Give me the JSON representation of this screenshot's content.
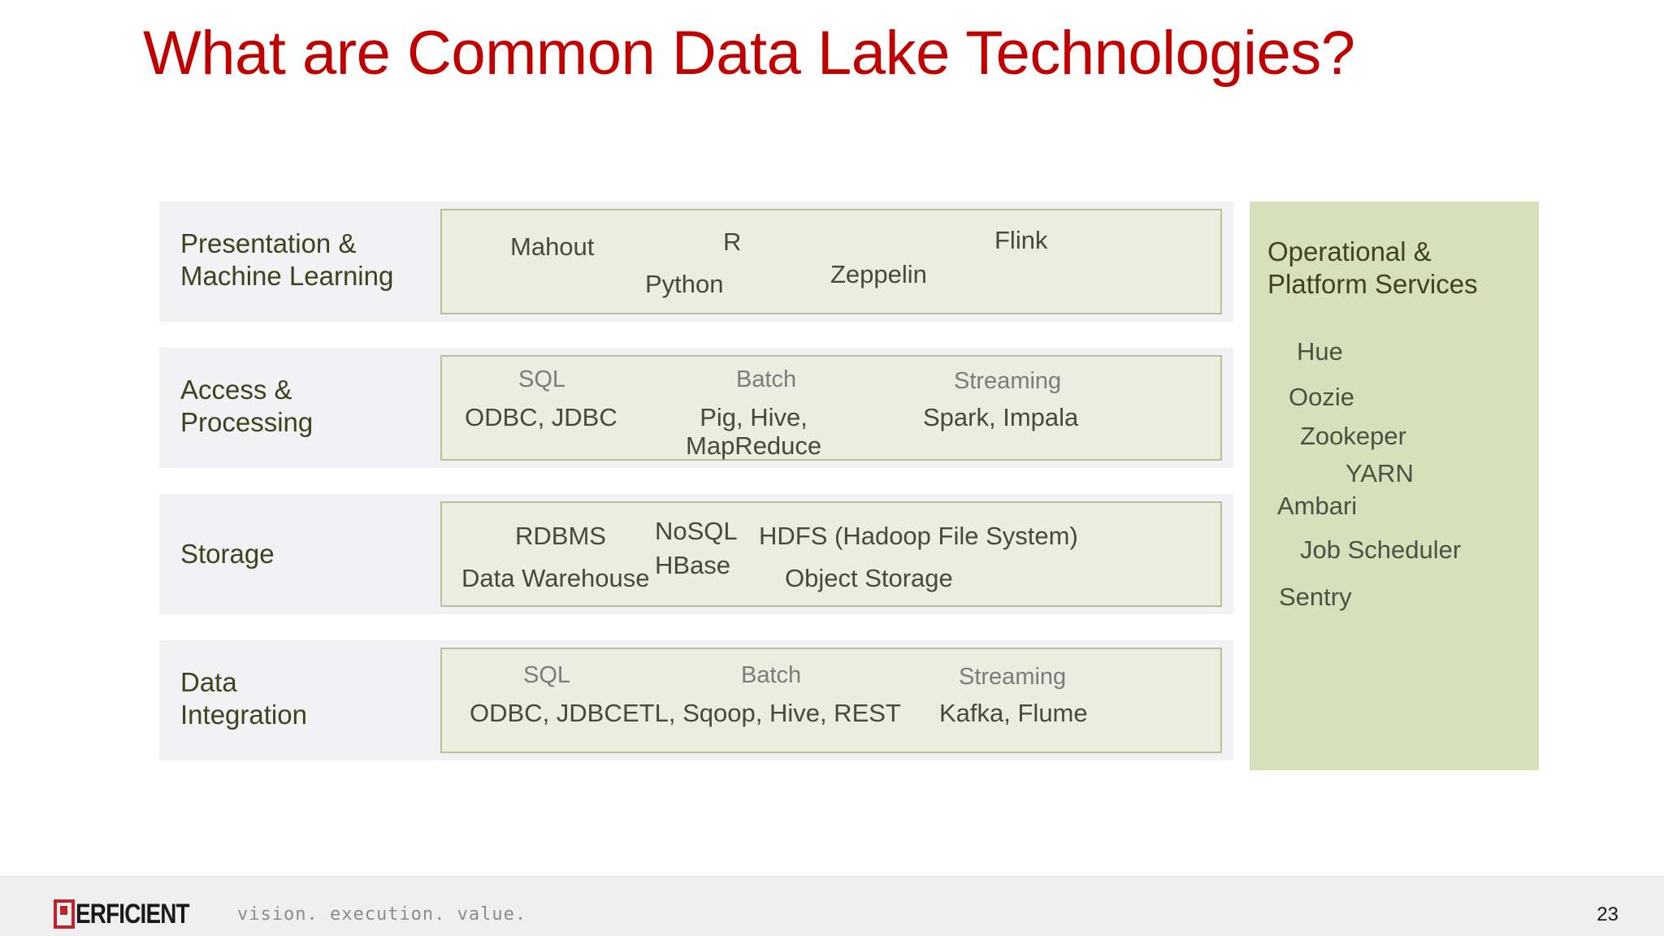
{
  "slide": {
    "title": "What are Common Data Lake Technologies?",
    "title_color": "#C00000",
    "page_number": "23"
  },
  "chart_data": {
    "type": "table",
    "title": "What are Common Data Lake Technologies?",
    "layers": [
      {
        "label": "Presentation &\nMachine Learning",
        "items": [
          "Mahout",
          "R",
          "Python",
          "Zeppelin",
          "Flink"
        ]
      },
      {
        "label": "Access &\nProcessing",
        "categories": [
          "SQL",
          "Batch",
          "Streaming"
        ],
        "items": [
          "ODBC, JDBC",
          "Pig, Hive,\nMapReduce",
          "Spark, Impala"
        ]
      },
      {
        "label": "Storage",
        "items": [
          "RDBMS",
          "NoSQL",
          "HBase",
          "HDFS (Hadoop File System)",
          "Data Warehouse",
          "Object Storage"
        ]
      },
      {
        "label": "Data\nIntegration",
        "categories": [
          "SQL",
          "Batch",
          "Streaming"
        ],
        "items": [
          "ODBC, JDBC",
          "ETL, Sqoop, Hive, REST",
          "Kafka, Flume"
        ]
      }
    ],
    "services_panel": {
      "title": "Operational &\nPlatform Services",
      "items": [
        "Hue",
        "Oozie",
        "Zookeper",
        "YARN",
        "Ambari",
        "Job Scheduler",
        "Sentry"
      ]
    },
    "colors": {
      "row_background": "#F2F1F3",
      "tech_box_fill": "#EBEEDF",
      "tech_box_border": "#B9C098",
      "panel_fill": "#D8E0BB",
      "label_text": "#3E431F",
      "tech_text": "#474A39",
      "category_text": "#7C7C7C"
    }
  },
  "layers": {
    "row1": {
      "label": "Presentation &\nMachine Learning",
      "mahout": "Mahout",
      "r": "R",
      "python": "Python",
      "zeppelin": "Zeppelin",
      "flink": "Flink"
    },
    "row2": {
      "label": "Access &\nProcessing",
      "cat_sql": "SQL",
      "cat_batch": "Batch",
      "cat_streaming": "Streaming",
      "sql_items": "ODBC, JDBC",
      "batch_items": "Pig, Hive,\nMapReduce",
      "streaming_items": "Spark, Impala"
    },
    "row3": {
      "label": "Storage",
      "rdbms": "RDBMS",
      "nosql": "NoSQL",
      "hbase": "HBase",
      "hdfs": "HDFS (Hadoop File System)",
      "data_warehouse": "Data Warehouse",
      "object_storage": "Object Storage"
    },
    "row4": {
      "label": "Data\nIntegration",
      "cat_sql": "SQL",
      "cat_batch": "Batch",
      "cat_streaming": "Streaming",
      "sql_items": "ODBC, JDBC",
      "batch_items": "ETL, Sqoop, Hive, REST",
      "streaming_items": "Kafka, Flume"
    }
  },
  "services": {
    "title": "Operational &\nPlatform Services",
    "hue": "Hue",
    "oozie": "Oozie",
    "zookeper": "Zookeper",
    "yarn": "YARN",
    "ambari": "Ambari",
    "job_scheduler": "Job Scheduler",
    "sentry": "Sentry"
  },
  "footer": {
    "logo_word": "ERFICIENT",
    "tagline": "vision.  execution.  value.",
    "page_number": "23"
  }
}
